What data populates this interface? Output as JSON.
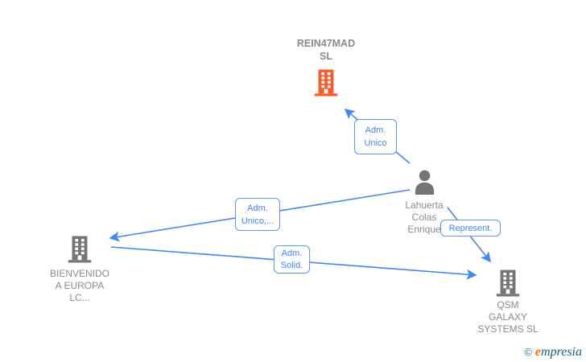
{
  "colors": {
    "edge_blue": "#4285f4",
    "box_border_blue": "#5b94f2",
    "node_gray": "#757575",
    "text_gray": "#8a8a8a",
    "highlight_orange": "#f95b2b",
    "logo_teal": "#155e78",
    "logo_orange": "#ff6a00"
  },
  "nodes": {
    "rein47mad": {
      "lines": [
        "REIN47MAD",
        "SL"
      ],
      "icon": "building-icon",
      "color": "#f95b2b"
    },
    "person": {
      "lines": [
        "Lahuerta",
        "Colas",
        "Enrique"
      ],
      "icon": "person-icon",
      "color": "#757575"
    },
    "bienvenido": {
      "lines": [
        "BIENVENIDO",
        "A EUROPA",
        "LC..."
      ],
      "icon": "building-icon",
      "color": "#757575"
    },
    "qsm": {
      "lines": [
        "QSM",
        "GALAXY",
        "SYSTEMS SL"
      ],
      "icon": "building-icon",
      "color": "#757575"
    }
  },
  "edges": {
    "adm_unico": {
      "lines": [
        "Adm.",
        "Unico"
      ],
      "from": "person",
      "to": "rein47mad"
    },
    "adm_unico_more": {
      "lines": [
        "Adm.",
        "Unico,..."
      ],
      "from": "person",
      "to": "bienvenido"
    },
    "adm_solid": {
      "lines": [
        "Adm.",
        "Solid."
      ],
      "from": "bienvenido",
      "to": "qsm"
    },
    "represent": {
      "lines": [
        "Represent."
      ],
      "from": "person",
      "to": "qsm"
    }
  },
  "logo": {
    "copyright": "©",
    "brand_e": "e",
    "brand_rest": "mpresia"
  }
}
